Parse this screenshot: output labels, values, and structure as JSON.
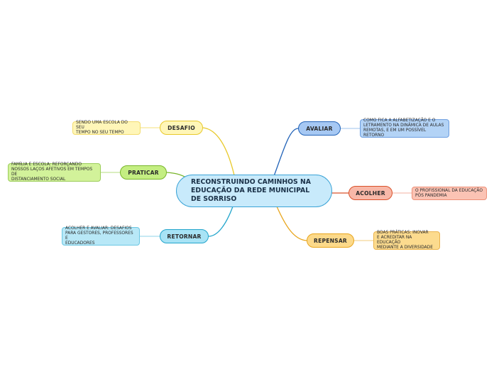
{
  "central": {
    "line1": "RECONSTRUINDO CAMINHOS NA",
    "line2": "EDUCAÇÃO DA REDE MUNICIPAL",
    "line3": "DE SORRISO"
  },
  "branches": {
    "desafio": {
      "label": "DESAFIO",
      "color": "#e8c92a",
      "note": [
        "SENDO UMA ESCOLA DO SEU",
        "TEMPO NO SEU TEMPO"
      ]
    },
    "praticar": {
      "label": "PRATICAR",
      "color": "#78b52a",
      "note": [
        "FAMÍLIA E ESCOLA: REFORÇANDO",
        "NOSSOS LAÇOS AFETIVOS EM TEMPOS DE",
        "DISTANCIAMENTO SOCIAL"
      ]
    },
    "retornar": {
      "label": "RETORNAR",
      "color": "#22a5cc",
      "note": [
        "ACOLHER E AVALIAR: DESAFIOS",
        "PARA GESTORES, PROFESSORES E",
        "EDUCADORES"
      ]
    },
    "avaliar": {
      "label": "AVALIAR",
      "color": "#2263b8",
      "note": [
        "COMO FICA A ALFABETIZAÇÃO E O",
        "LETRAMENTO NA DINÂMICA DE AULAS",
        "REMOTAS, E EM UM POSSÍVEL RETORNO"
      ]
    },
    "acolher": {
      "label": "ACOLHER",
      "color": "#d9512a",
      "note": [
        "O PROFISSIONAL DA EDUCAÇÃO",
        "PÓS PANDEMIA"
      ]
    },
    "repensar": {
      "label": "REPENSAR",
      "color": "#e8a51c",
      "note": [
        "BOAS PRÁTICAS: INOVAR",
        "E ACREDITAR NA EDUCAÇÃO",
        "MEDIANTE A DIVERSIDADE"
      ]
    }
  }
}
